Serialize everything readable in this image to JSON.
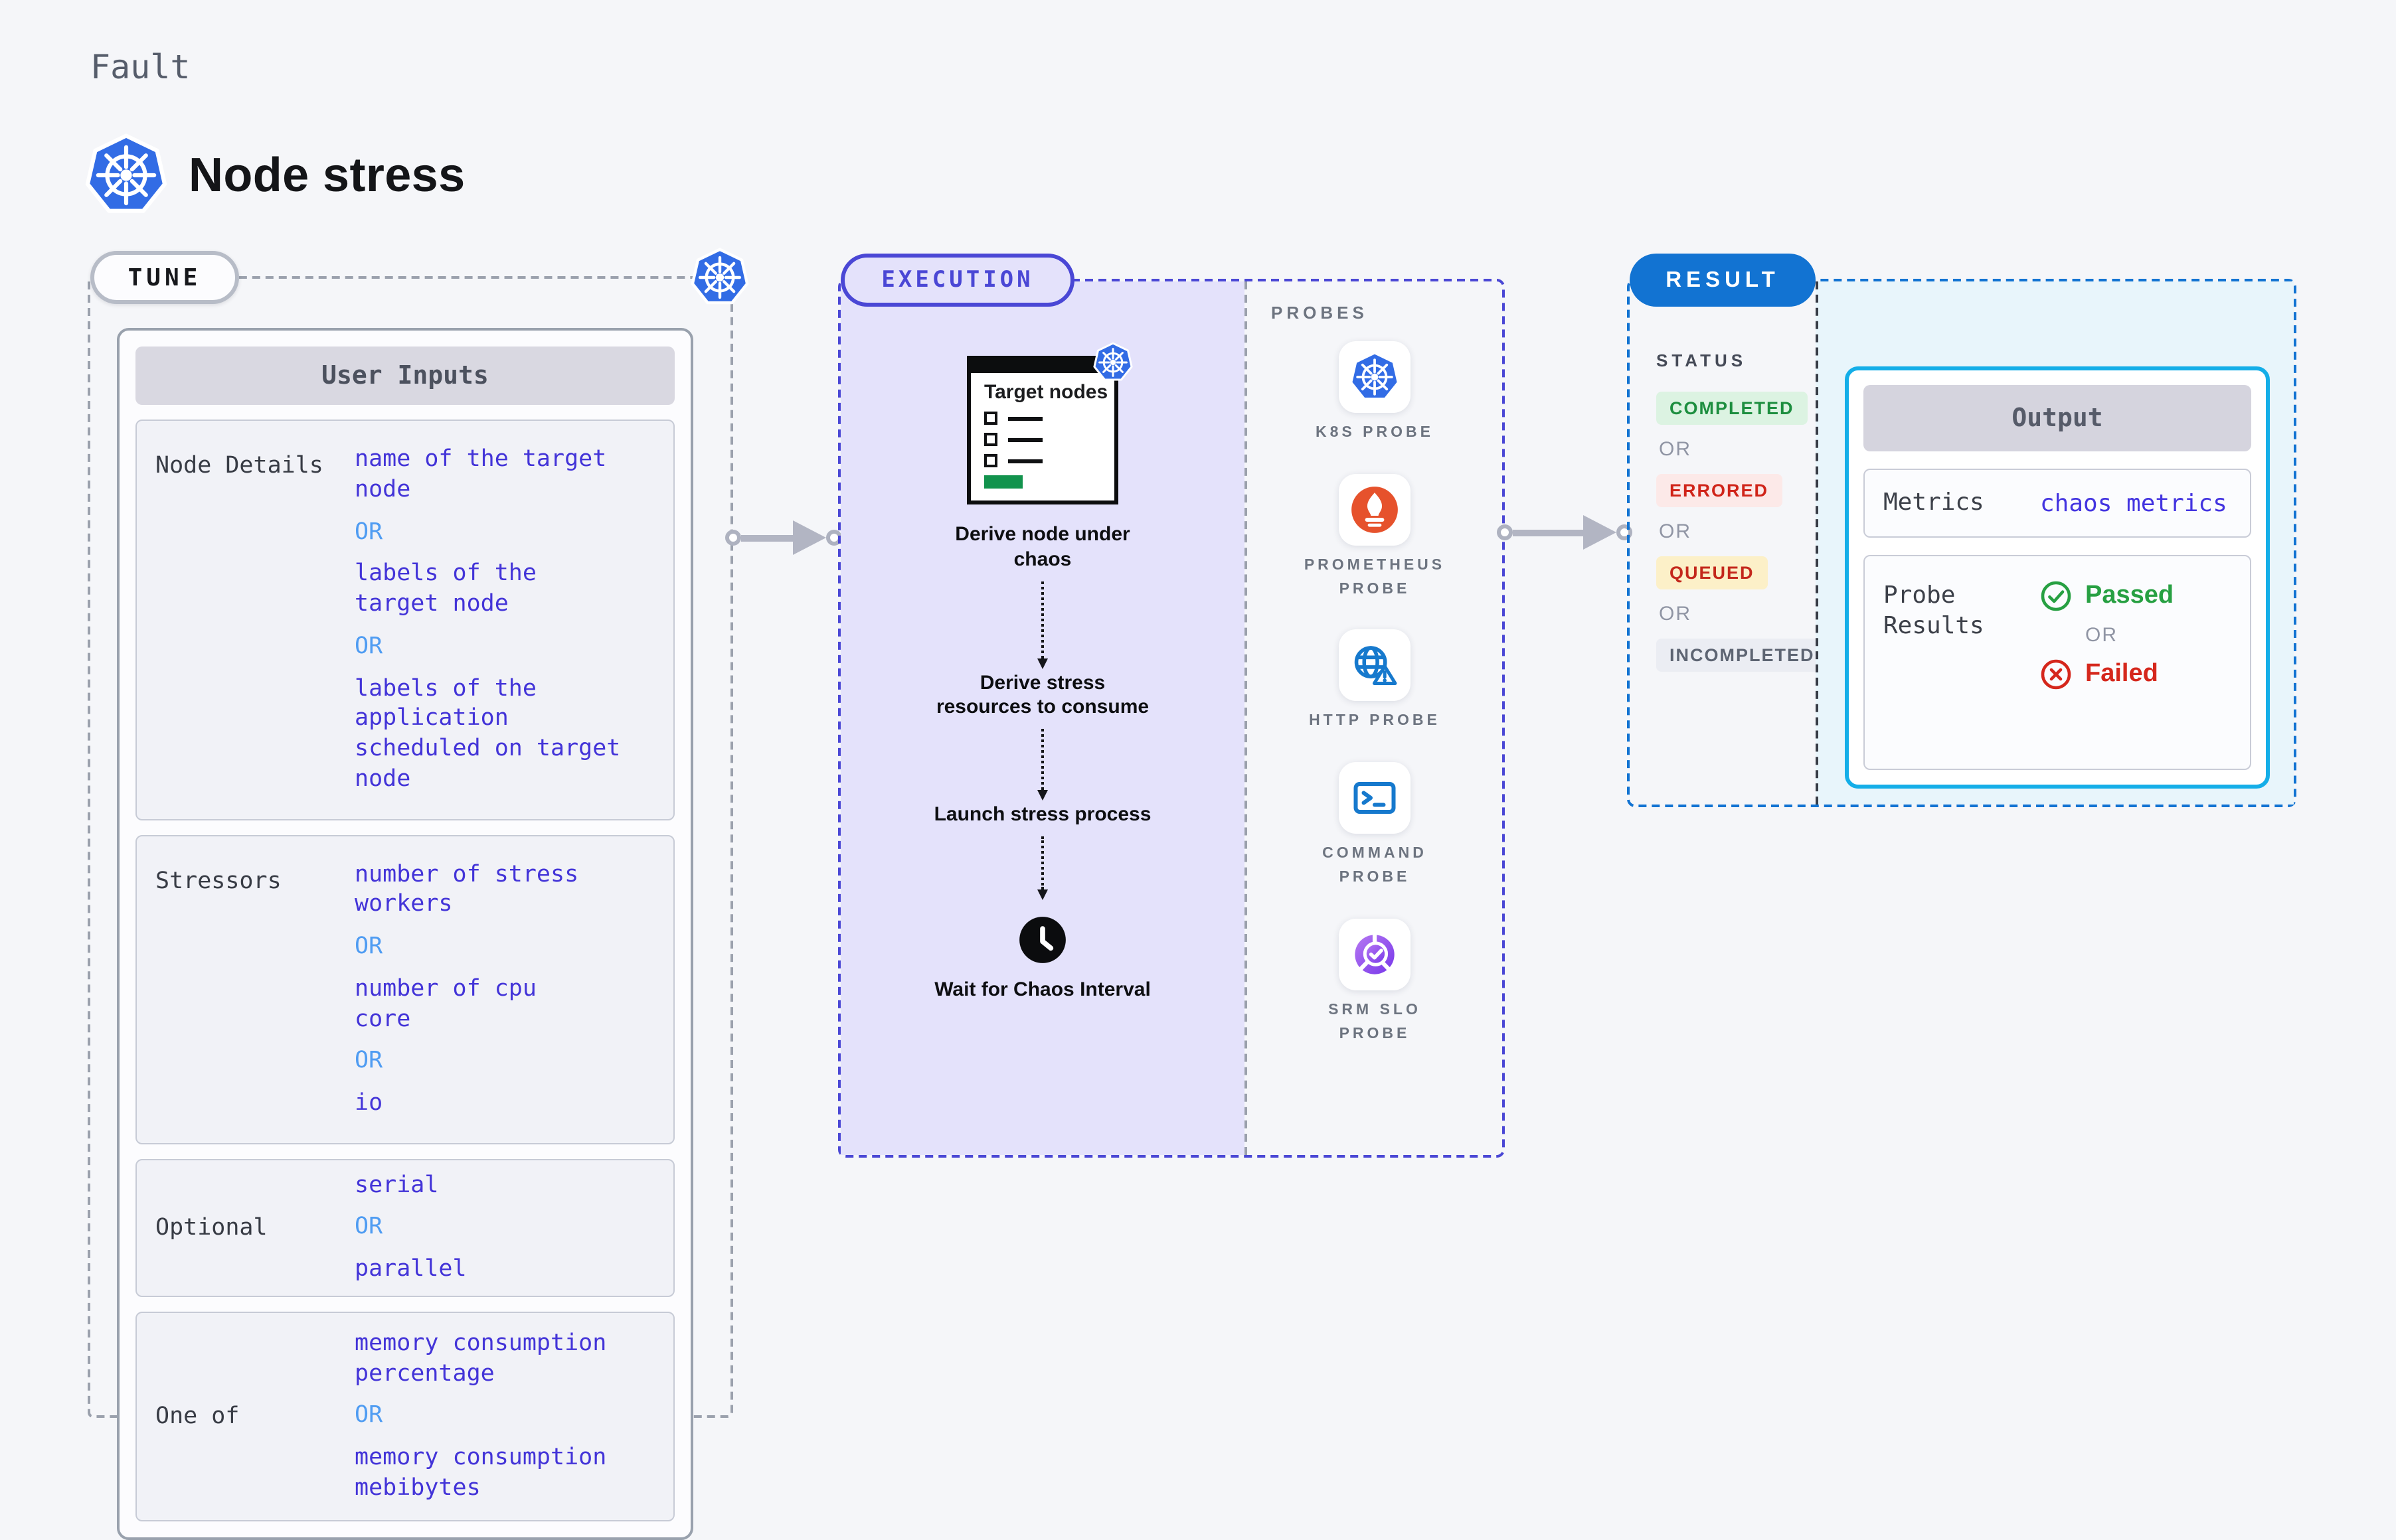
{
  "header": {
    "eyebrow": "Fault",
    "title": "Node stress"
  },
  "tune": {
    "badge": "TUNE",
    "table_title": "User Inputs",
    "or": "OR",
    "rows": [
      {
        "label": "Node Details",
        "options": [
          "name of the target\nnode",
          "labels of the\ntarget node",
          "labels of the application\n scheduled on target node"
        ]
      },
      {
        "label": "Stressors",
        "options": [
          "number of stress\nworkers",
          "number of cpu\ncore",
          "io"
        ]
      },
      {
        "label": "Optional",
        "options": [
          "serial",
          "parallel"
        ]
      },
      {
        "label": "One of",
        "options": [
          "memory consumption\npercentage",
          "memory consumption\nmebibytes"
        ]
      }
    ]
  },
  "execution": {
    "badge": "EXECUTION",
    "target_card_title": "Target nodes",
    "steps": [
      "Derive node under chaos",
      "Derive stress resources to consume",
      "Launch stress process",
      "Wait for Chaos Interval"
    ]
  },
  "probes": {
    "title": "PROBES",
    "items": [
      {
        "icon": "kubernetes-icon",
        "label": "K8S PROBE"
      },
      {
        "icon": "prometheus-icon",
        "label": "PROMETHEUS PROBE"
      },
      {
        "icon": "globe-alert-icon",
        "label": "HTTP PROBE"
      },
      {
        "icon": "terminal-icon",
        "label": "COMMAND PROBE"
      },
      {
        "icon": "slo-pie-check-icon",
        "label": "SRM SLO PROBE"
      }
    ]
  },
  "result": {
    "badge": "RESULT",
    "status_title": "STATUS",
    "or": "OR",
    "statuses": [
      {
        "label": "COMPLETED",
        "bg": "#dcf3e2",
        "fg": "#1d8e3f"
      },
      {
        "label": "ERRORED",
        "bg": "#fce9e8",
        "fg": "#d02419"
      },
      {
        "label": "QUEUED",
        "bg": "#fcf0c8",
        "fg": "#c4281c"
      },
      {
        "label": "INCOMPLETED",
        "bg": "#ebedf3",
        "fg": "#5d6472"
      }
    ],
    "output": {
      "title": "Output",
      "metrics_label": "Metrics",
      "metrics_value": "chaos metrics",
      "probe_results_label": "Probe Results",
      "passed": "Passed",
      "failed": "Failed"
    }
  },
  "colors": {
    "page_bg": "#f5f6f9",
    "kubernetes_blue": "#326ce5",
    "prometheus_orange": "#e6522c",
    "probe_blue": "#1679cd",
    "srm_purple_start": "#b678f2",
    "srm_purple_end": "#7737ea",
    "execution_purple": "#4a47d5",
    "execution_bg": "#e4e2fb",
    "result_blue": "#1273d2",
    "output_border_cyan": "#14aee8",
    "output_bg": "#e8f5fb",
    "value_blue": "#4334d8",
    "or_blue": "#4f9cf2",
    "passed_green": "#27a042",
    "failed_red": "#d5271c",
    "progress_green": "#12934d"
  }
}
